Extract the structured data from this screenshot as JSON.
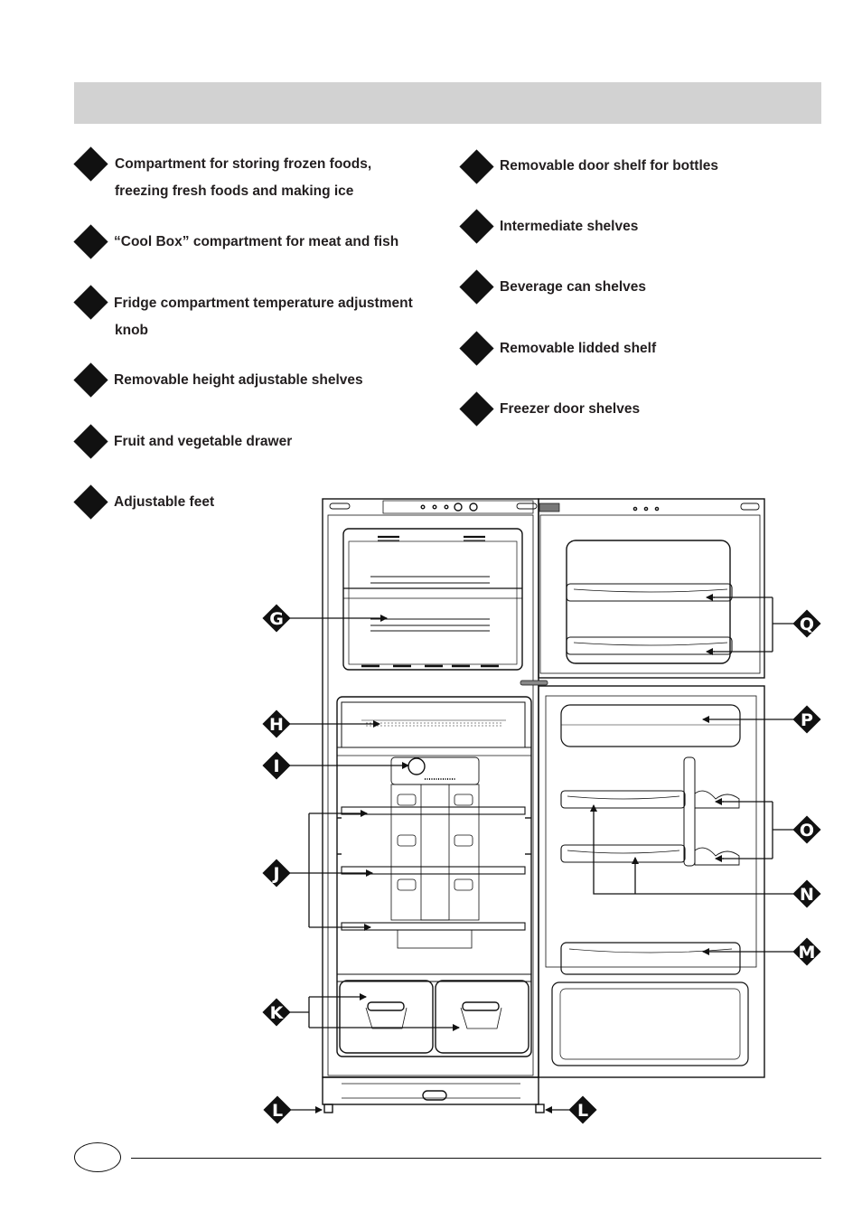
{
  "header": {
    "title": ""
  },
  "legend_left": [
    {
      "lines": [
        "Compartment for storing frozen foods,",
        "freezing fresh foods and making ice"
      ]
    },
    {
      "lines": [
        "“Cool Box” compartment for meat and fish"
      ]
    },
    {
      "lines": [
        "Fridge compartment temperature adjustment",
        "knob"
      ]
    },
    {
      "lines": [
        "Removable height adjustable shelves"
      ]
    },
    {
      "lines": [
        "Fruit and vegetable drawer"
      ]
    },
    {
      "lines": [
        "Adjustable feet"
      ]
    }
  ],
  "legend_right": [
    {
      "lines": [
        "Removable door shelf for bottles"
      ]
    },
    {
      "lines": [
        "Intermediate shelves"
      ]
    },
    {
      "lines": [
        "Beverage can shelves"
      ]
    },
    {
      "lines": [
        "Removable lidded shelf"
      ]
    },
    {
      "lines": [
        "Freezer door shelves"
      ]
    }
  ],
  "callouts": {
    "g": "G",
    "h": "H",
    "i": "I",
    "j": "J",
    "k": "K",
    "l_left": "L",
    "l_right": "L",
    "m": "M",
    "n": "N",
    "o": "O",
    "p": "P",
    "q": "Q"
  },
  "footer": {
    "page_label": ""
  },
  "colors": {
    "header_bar": "#d2d2d2",
    "ink": "#231f20",
    "drawing": "#111111"
  }
}
